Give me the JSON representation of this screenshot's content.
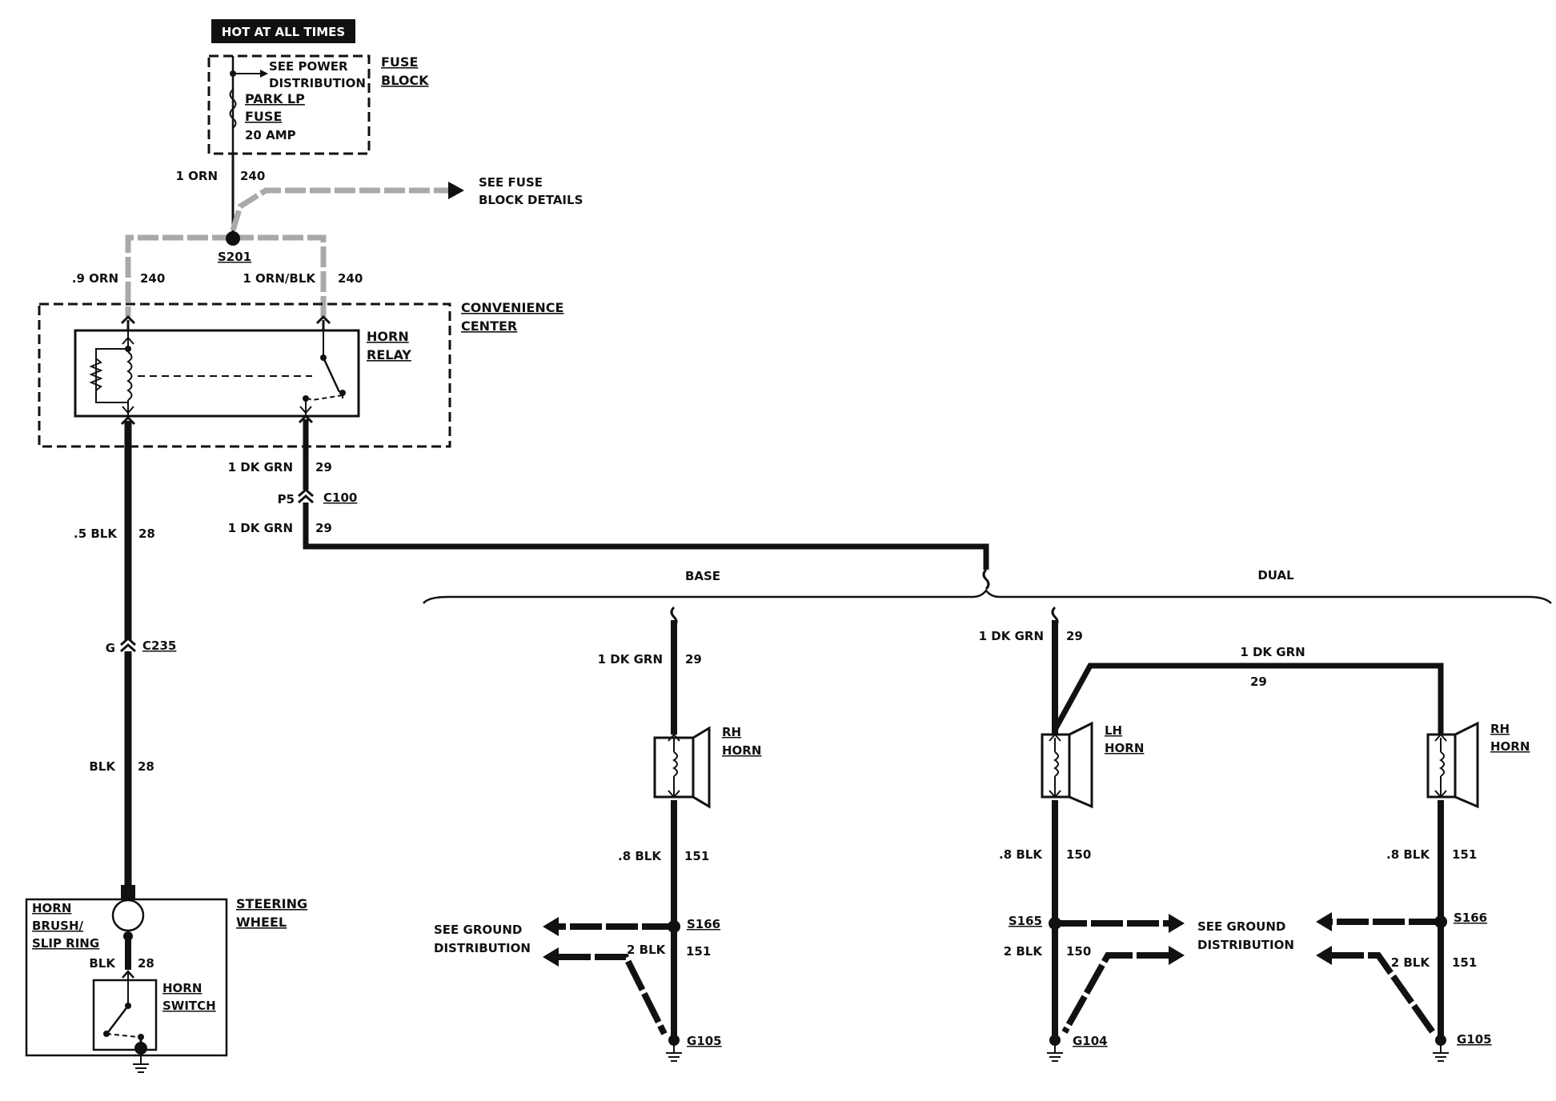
{
  "power_header": "HOT AT ALL TIMES",
  "fuse_block": {
    "title_line1": "FUSE",
    "title_line2": "BLOCK",
    "see_power_line1": "SEE POWER",
    "see_power_line2": "DISTRIBUTION",
    "fuse_line1": "PARK LP",
    "fuse_line2": "FUSE",
    "rating": "20 AMP"
  },
  "see_fuse_block": {
    "line1": "SEE FUSE",
    "line2": "BLOCK DETAILS"
  },
  "splice_s201": "S201",
  "wires": {
    "w_1orn": "1 ORN",
    "c_240a": "240",
    "w_9orn": ".9 ORN",
    "c_240b": "240",
    "w_1ornblk": "1 ORN/BLK",
    "c_240c": "240",
    "w_1dkgrn_a": "1 DK GRN",
    "c_29a": "29",
    "w_1dkgrn_b": "1 DK GRN",
    "c_29b": "29",
    "w_5blk": ".5 BLK",
    "c_28a": "28",
    "w_blk_a": "BLK",
    "c_28b": "28",
    "w_blk_b": "BLK",
    "c_28c": "28"
  },
  "convenience_center": {
    "line1": "CONVENIENCE",
    "line2": "CENTER"
  },
  "horn_relay": {
    "line1": "HORN",
    "line2": "RELAY"
  },
  "connectors": {
    "p5": "P5",
    "c100": "C100",
    "g": "G",
    "c235": "C235"
  },
  "steering_wheel": {
    "line1": "STEERING",
    "line2": "WHEEL",
    "brush_line1": "HORN",
    "brush_line2": "BRUSH/",
    "brush_line3": "SLIP RING",
    "switch_line1": "HORN",
    "switch_line2": "SWITCH"
  },
  "sections": {
    "base": "BASE",
    "dual": "DUAL"
  },
  "base": {
    "w_top": "1 DK GRN",
    "c_top": "29",
    "horn_line1": "RH",
    "horn_line2": "HORN",
    "w_bot": ".8 BLK",
    "c_bot": "151",
    "splice": "S166",
    "see_ground_line1": "SEE GROUND",
    "see_ground_line2": "DISTRIBUTION",
    "w_gnd": "2 BLK",
    "c_gnd": "151",
    "ground": "G105"
  },
  "dual": {
    "w_top": "1 DK GRN",
    "c_top": "29",
    "w_cross": "1 DK GRN",
    "c_cross": "29",
    "lh_line1": "LH",
    "lh_line2": "HORN",
    "rh_line1": "RH",
    "rh_line2": "HORN",
    "lh_w_bot": ".8 BLK",
    "lh_c_bot": "150",
    "rh_w_bot": ".8 BLK",
    "rh_c_bot": "151",
    "lh_splice": "S165",
    "rh_splice": "S166",
    "lh_w_gnd": "2 BLK",
    "lh_c_gnd": "150",
    "rh_w_gnd": "2 BLK",
    "rh_c_gnd": "151",
    "see_ground_line1": "SEE GROUND",
    "see_ground_line2": "DISTRIBUTION",
    "lh_ground": "G104",
    "rh_ground": "G105"
  },
  "colors": {
    "wire": "#111111",
    "bus": "#a9a9a9",
    "background": "#ffffff"
  }
}
